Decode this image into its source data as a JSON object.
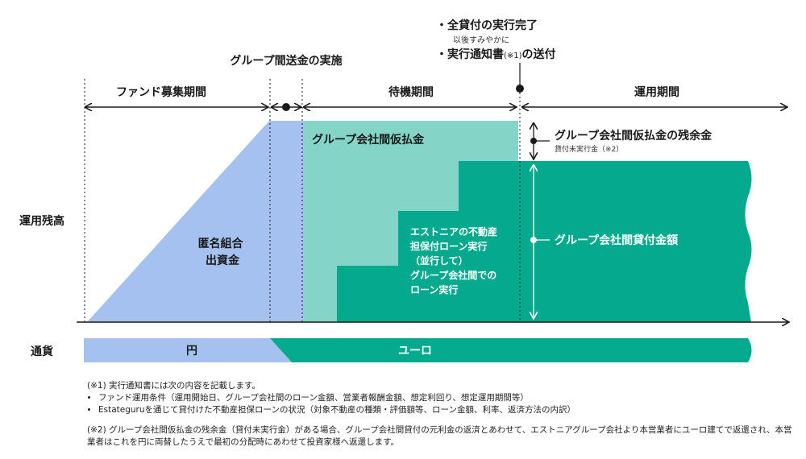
{
  "top_notes": {
    "exec_complete": "・全貸付の実行完了",
    "then_promptly": "以後すみやかに",
    "notice_main": "・実行通知書",
    "notice_ref": "(※1)",
    "notice_tail": "の送付"
  },
  "group_transfer_label": "グループ間送金の実施",
  "phases": {
    "fund_raising": "ファンド募集期間",
    "standby": "待機期間",
    "operation": "運用期間"
  },
  "y_axis_label": "運用残高",
  "areas": {
    "anonymous_investment": [
      "匿名組合",
      "出資金"
    ],
    "group_advance": "グループ会社間仮払金",
    "estonia_loan": [
      "エストニアの不動産",
      "担保付ローン実行",
      "（並行して）",
      "グループ会社間での",
      "ローン実行"
    ]
  },
  "callouts": {
    "advance_balance": "グループ会社間仮払金の残余金",
    "advance_balance_sub": "貸付未実行金（※2）",
    "group_loan_amount": "グループ会社間貸付金額"
  },
  "currency": {
    "label": "通貨",
    "yen": "円",
    "euro": "ユーロ"
  },
  "footnotes": {
    "note1_title": "(※1) 実行通知書には次の内容を記載します。",
    "note1_items": [
      "ファンド運用条件（運用開始日、グループ会社間のローン金額、営業者報酬金額、想定利回り、想定運用期間等）",
      "Estateguruを通じて貸付けた不動産担保ローンの状況（対象不動産の種類・評価額等、ローン金額、利率、返済方法の内訳）"
    ],
    "note2": "(※2) グループ会社間仮払金の残余金（貸付未実行金）がある場合、グループ会社間貸付の元利金の返済とあわせて、エストニアグループ会社より本営業者にユーロ建てで返還され、本営業者はこれを円に両替したうえで最初の分配時にあわせて投資家様へ返還します。"
  },
  "colors": {
    "yen_blue": "#a4c1ef",
    "advance_teal": "#84d4c8",
    "loan_green": "#04a98e",
    "text_dark": "#1a1a1a"
  }
}
